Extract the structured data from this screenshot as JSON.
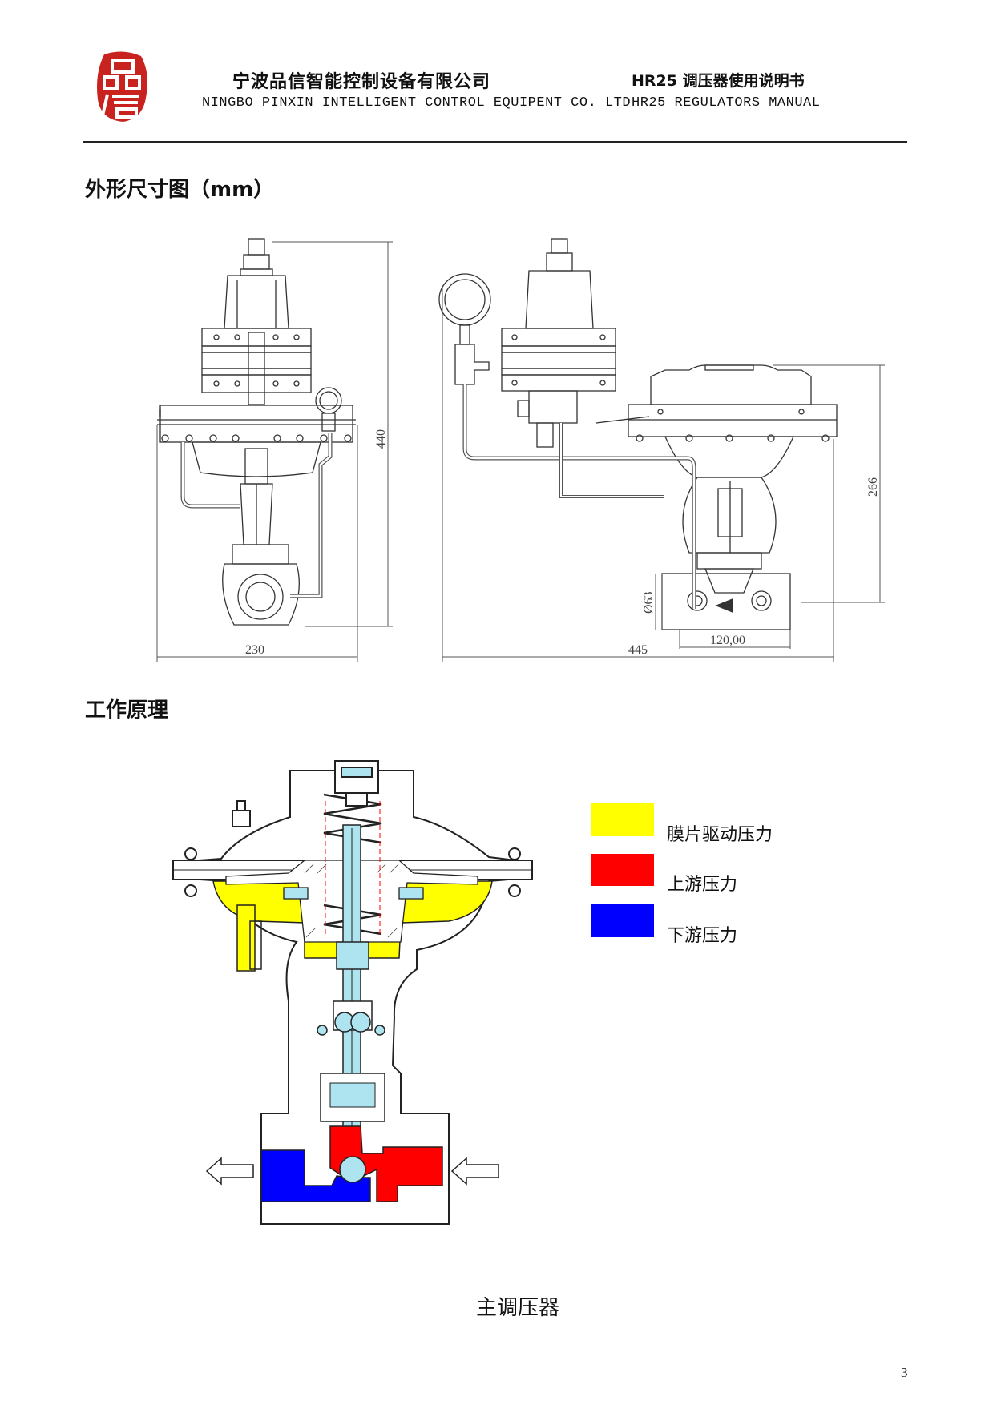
{
  "header": {
    "logo_text": "品信",
    "company_cn": "宁波品信智能控制设备有限公司",
    "company_en": "NINGBO PINXIN INTELLIGENT CONTROL EQUIPENT CO. LTD",
    "manual_cn": "HR25 调压器使用说明书",
    "manual_en": "HR25 REGULATORS MANUAL"
  },
  "sections": {
    "dimensions_title": "外形尺寸图（mm）",
    "principle_title": "工作原理"
  },
  "dimensions": {
    "left_width": "230",
    "left_height": "440",
    "right_width": "445",
    "right_height": "266",
    "pipe_diameter": "Ø63",
    "face_to_face": "120,00"
  },
  "legend": {
    "items": [
      {
        "label": "膜片驱动压力",
        "color": "#ffff00"
      },
      {
        "label": "上游压力",
        "color": "#ff0000"
      },
      {
        "label": "下游压力",
        "color": "#0000ff"
      }
    ]
  },
  "caption": "主调压器",
  "page_number": "3",
  "colors": {
    "logo_red": "#c8231e",
    "body_cyan": "#aee3f0"
  }
}
